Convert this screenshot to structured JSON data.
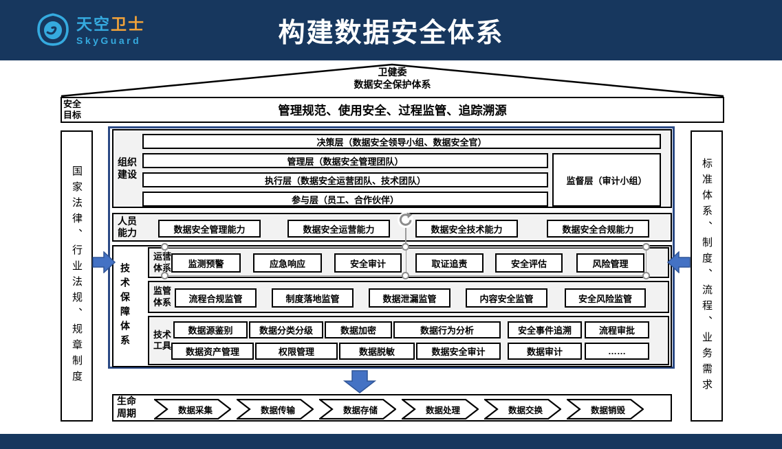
{
  "header": {
    "logo": {
      "cn_blue": "天空",
      "cn_orange": "卫士",
      "en": "SkyGuard"
    },
    "title": "构建数据安全体系"
  },
  "roof": {
    "line1": "卫健委",
    "line2": "数据安全保护体系"
  },
  "goal": {
    "label": "安全目标",
    "text": "管理规范、使用安全、过程监管、追踪溯源"
  },
  "pillars": {
    "left": "国家法律、行业法规、规章制度",
    "right": "标准体系、制度、流程、业务需求"
  },
  "org": {
    "label": "组织建设",
    "rows": [
      "决策层（数据安全领导小组、数据安全官）",
      "管理层（数据安全管理团队）",
      "执行层（数据安全运营团队、技术团队）",
      "参与层（员工、合作伙伴）"
    ],
    "supervise": "监督层（审计小组）"
  },
  "staff": {
    "label": "人员能力",
    "items": [
      "数据安全管理能力",
      "数据安全运营能力",
      "数据安全技术能力",
      "数据安全合规能力"
    ]
  },
  "tech": {
    "label": "技术保障体系",
    "ops": {
      "label": "运营体系",
      "items": [
        "监测预警",
        "应急响应",
        "安全审计",
        "取证追责",
        "安全评估",
        "风险管理"
      ]
    },
    "reg": {
      "label": "监管体系",
      "items": [
        "流程合规监管",
        "制度落地监管",
        "数据泄漏监管",
        "内容安全监管",
        "安全风险监管"
      ]
    },
    "tools": {
      "label": "技术工具",
      "row1": [
        "数据源鉴别",
        "数据分类分级",
        "数据加密",
        "数据行为分析",
        "安全事件追溯",
        "流程审批"
      ],
      "row2": [
        "数据资产管理",
        "权限管理",
        "数据脱敏",
        "数据安全审计",
        "数据审计",
        "……"
      ]
    }
  },
  "lifecycle": {
    "label": "生命周期",
    "stages": [
      "数据采集",
      "数据传输",
      "数据存储",
      "数据处理",
      "数据交换",
      "数据销毁"
    ]
  },
  "colors": {
    "navy": "#17375E",
    "accent_blue": "#4472C4",
    "accent_blue_dark": "#2F5496",
    "logo_blue": "#35AADF",
    "logo_orange": "#F2A33A",
    "panel_gray": "#F2F2F2",
    "container_border": "#2B4A85",
    "handle_gray": "#8c8c8c"
  }
}
